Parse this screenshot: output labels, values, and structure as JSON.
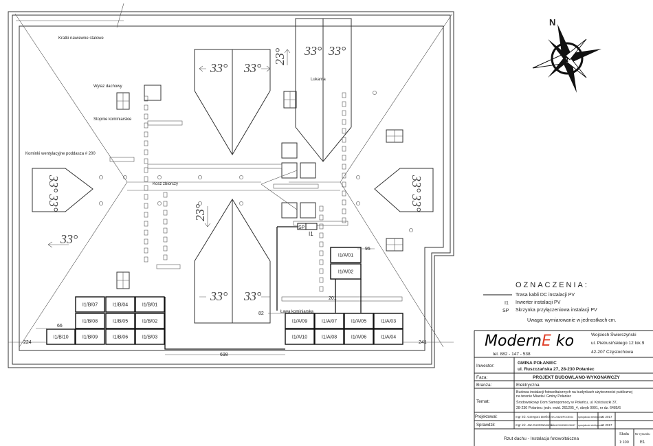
{
  "annotations": {
    "vents": "Kratki nawiewne stalowe",
    "hatch": "Wyłaz dachowy",
    "steps": "Stopnie kominiarskie",
    "chimneys": "Kominki wentylacyjne poddasza # 200",
    "walkway_top": "Kosz zbiorczy",
    "dormer": "Lukarna",
    "walkway": "Ława kominiarska",
    "sp": "SP",
    "i1": "I1"
  },
  "angles": {
    "a33": "33°",
    "a23": "23°"
  },
  "dimensions": {
    "d224": "224",
    "d66": "66",
    "d698": "698",
    "d241": "241",
    "d82": "82",
    "d95": "95",
    "d201": "201"
  },
  "panels_b": [
    "I1/B/07",
    "I1/B/04",
    "I1/B/01",
    "I1/B/08",
    "I1/B/05",
    "I1/B/02",
    "I1/B/10",
    "I1/B/09",
    "I1/B/06",
    "I1/B/03"
  ],
  "panels_a": [
    "I1/A/01",
    "I1/A/02",
    "I1/A/09",
    "I1/A/07",
    "I1/A/05",
    "I1/A/03",
    "I1/A/10",
    "I1/A/08",
    "I1/A/06",
    "I1/A/04"
  ],
  "compass": {
    "north": "N"
  },
  "legend": {
    "title": "OZNACZENIA:",
    "items": [
      {
        "symbol": "",
        "text": "Trasa kabli DC instalacji PV"
      },
      {
        "symbol": "I1",
        "text": "Inwerter instalacji PV"
      },
      {
        "symbol": "SP",
        "text": "Skrzynka przyłączeniowa instalacji PV"
      }
    ],
    "note": "Uwaga: wymiarowanie w jednostkach cm."
  },
  "title_block": {
    "logo": "ModernEko",
    "logo_a": "M",
    "logo_b": "odern",
    "logo_c": "E",
    "logo_d": " ko",
    "phone": "tel. 882 - 147 - 538",
    "company_name": "Wojciech Świerczyński",
    "company_street": "ul. Pietrusińskiego 12 lok.9",
    "company_city": "42-207 Częstochowa",
    "investor_label": "Inwestor:",
    "investor_1": "GMINA POŁANIEC",
    "investor_2": "ul. Ruszczańska 27, 28-230 Połaniec",
    "phase_label": "Faza:",
    "phase": "PROJEKT BUDOWLANO-WYKONAWCZY",
    "branch_label": "Branża:",
    "branch": "Elektryczna",
    "subject_label": "Temat:",
    "subject_1": "Budowa instalacji fotowoltaicznych na budynkach użyteczności publicznej",
    "subject_2": "na terenie Miasta i Gminy Połaniec",
    "subject_3": "Środowiskowy Dom Samopomocy w Połańcu, ul. Kościuszki 37,",
    "subject_4": "28-230 Połaniec: jedn. ewid. 261205_4, obręb 0001, nr dz. 6485/6",
    "designed_label": "Projektował:",
    "designed_by": "mgr inż. Grzegorz Drelich",
    "designed_lic": "SKL/0825/POOE/04",
    "designed_spec": "specjalność elektryczna",
    "designed_date": "XI 2017",
    "checked_label": "Sprawdził:",
    "checked_by": "mgr inż. Jan Kostrzanowski",
    "checked_lic": "UAN/VIII/8380/136/87",
    "checked_spec": "specjalność elektryczna",
    "checked_date": "XI 2017",
    "drawing_title": "Rzut dachu - Instalacja fotowoltaiczna",
    "scale_label": "Skala",
    "scale": "1:100",
    "drawing_no_label": "Nr rysunku",
    "drawing_no": "E1"
  },
  "colors": {
    "logo_accent": "#e0402a",
    "line": "#333333"
  }
}
